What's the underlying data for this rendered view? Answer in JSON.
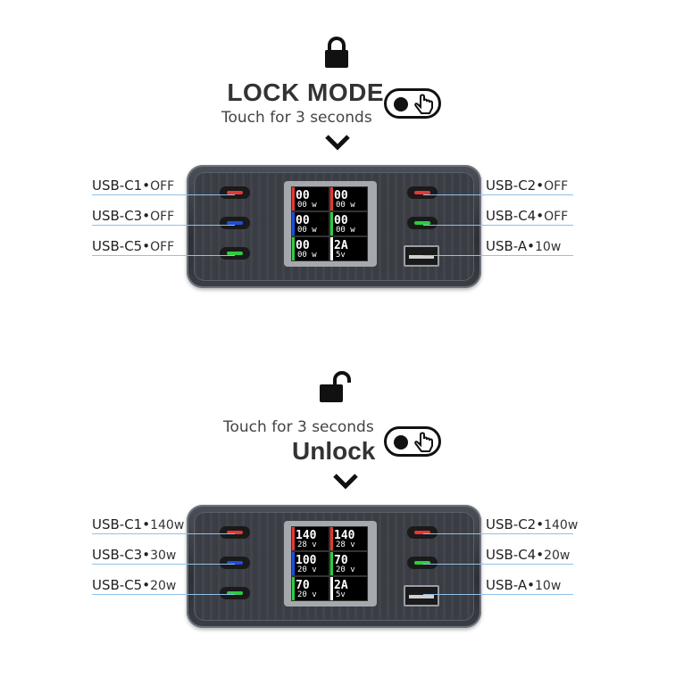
{
  "lock_section": {
    "title": "LOCK MODE",
    "subtitle": "Touch for 3 seconds",
    "icon": "lock-closed-icon",
    "ports_left": [
      {
        "name": "USB-C1",
        "value": "OFF"
      },
      {
        "name": "USB-C3",
        "value": "OFF"
      },
      {
        "name": "USB-C5",
        "value": "OFF"
      }
    ],
    "ports_right": [
      {
        "name": "USB-C2",
        "value": "OFF"
      },
      {
        "name": "USB-C4",
        "value": "OFF"
      },
      {
        "name": "USB-A",
        "value": "10w"
      }
    ],
    "screen": [
      {
        "big": "00",
        "small": "00",
        "unit": "w",
        "color": "#e53935"
      },
      {
        "big": "00",
        "small": "00",
        "unit": "w",
        "color": "#e53935"
      },
      {
        "big": "00",
        "small": "00",
        "unit": "w",
        "color": "#1e4fd8"
      },
      {
        "big": "00",
        "small": "00",
        "unit": "w",
        "color": "#2ecc40"
      },
      {
        "big": "00",
        "small": "00",
        "unit": "w",
        "color": "#2ecc40"
      },
      {
        "big": "2A",
        "small": "5v",
        "unit": "",
        "color": "#ffffff"
      }
    ]
  },
  "unlock_section": {
    "title": "Unlock",
    "subtitle": "Touch for 3 seconds",
    "icon": "lock-open-icon",
    "ports_left": [
      {
        "name": "USB-C1",
        "value": "140w"
      },
      {
        "name": "USB-C3",
        "value": "30w"
      },
      {
        "name": "USB-C5",
        "value": "20w"
      }
    ],
    "ports_right": [
      {
        "name": "USB-C2",
        "value": "140w"
      },
      {
        "name": "USB-C4",
        "value": "20w"
      },
      {
        "name": "USB-A",
        "value": "10w"
      }
    ],
    "screen": [
      {
        "big": "140",
        "small": "28",
        "unit": "v",
        "color": "#e53935"
      },
      {
        "big": "140",
        "small": "28",
        "unit": "v",
        "color": "#e53935"
      },
      {
        "big": "100",
        "small": "20",
        "unit": "v",
        "color": "#1e4fd8"
      },
      {
        "big": "70",
        "small": "20",
        "unit": "v",
        "color": "#2ecc40"
      },
      {
        "big": "70",
        "small": "20",
        "unit": "v",
        "color": "#2ecc40"
      },
      {
        "big": "2A",
        "small": "5v",
        "unit": "",
        "color": "#ffffff"
      }
    ]
  },
  "colors": {
    "port_red": "#e53935",
    "port_blue": "#1e4fd8",
    "port_green": "#2ecc40",
    "leader_line": "#8fc1ea"
  }
}
